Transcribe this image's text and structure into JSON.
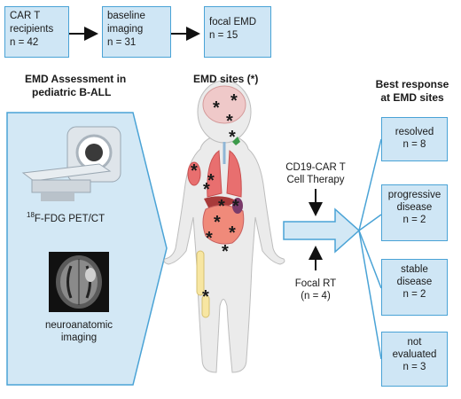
{
  "flow": {
    "box1": {
      "line1": "CAR T",
      "line2": "recipients",
      "n": "n = 42"
    },
    "box2": {
      "line1": "baseline",
      "line2": "imaging",
      "n": "n = 31"
    },
    "box3": {
      "line1": "focal EMD",
      "n": "n = 15"
    }
  },
  "assessment": {
    "title_line1": "EMD Assessment in",
    "title_line2": "pediatric B-ALL",
    "pet_label_sup": "18",
    "pet_label_rest": "F-FDG PET/CT",
    "mri_label_line1": "neuroanatomic",
    "mri_label_line2": "imaging"
  },
  "sites": {
    "title": "EMD sites (*)",
    "marker": "*"
  },
  "therapy": {
    "line1": "CD19-CAR T",
    "line2": "Cell Therapy"
  },
  "focal_rt": {
    "line1": "Focal RT",
    "line2": "(n = 4)"
  },
  "response": {
    "title_line1": "Best response",
    "title_line2": "at EMD sites",
    "items": [
      {
        "line1": "resolved",
        "line2": "",
        "n": "n = 8"
      },
      {
        "line1": "progressive",
        "line2": "disease",
        "n": "n = 2"
      },
      {
        "line1": "stable",
        "line2": "disease",
        "n": "n = 2"
      },
      {
        "line1": "not",
        "line2": "evaluated",
        "n": "n = 3"
      }
    ]
  },
  "colors": {
    "box_fill": "#cfe6f5",
    "box_border": "#4aa3d6",
    "panel_fill": "#d3e8f5"
  }
}
